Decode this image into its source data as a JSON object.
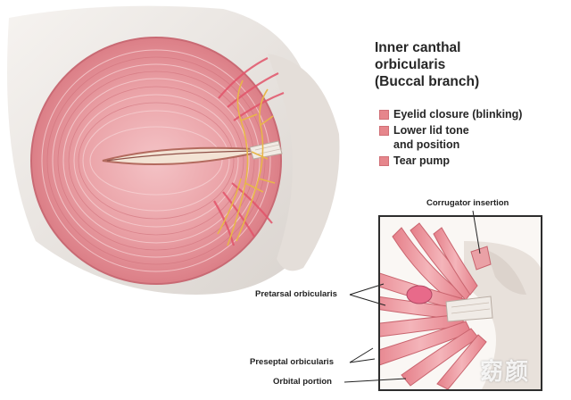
{
  "title": {
    "lines": [
      "Inner canthal",
      "orbicularis",
      "(Buccal branch)"
    ]
  },
  "legend": {
    "items": [
      "Eyelid closure (blinking)",
      "Lower lid tone\nand position",
      "Tear pump"
    ],
    "swatch_color": "#e6868c"
  },
  "inset": {
    "callouts": {
      "corrugator": "Corrugator insertion",
      "pretarsal": "Pretarsal orbicularis",
      "preseptal": "Preseptal orbicularis",
      "orbital": "Orbital portion"
    }
  },
  "watermark": "窈颜",
  "colors": {
    "muscle": "#e8939a",
    "muscle_dark": "#c9646e",
    "nerve": "#e8b64a",
    "bone": "#efeae6",
    "text": "#262626"
  }
}
